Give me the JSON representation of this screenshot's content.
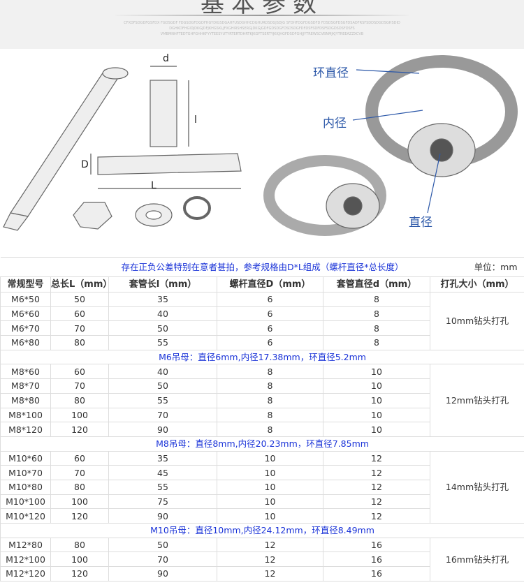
{
  "header": {
    "title": "基本参数",
    "watermark": [
      "CFXDFSDGDFGSFDX FGDSGDF FDGSDGFDGDFHGYDIGSDGAHFUSDGHHCDGHURDSDGJSDJG SFDHFDGFDGSDFD FDSDSGFDSGFDSADFRSFSDDSDGDSGHSDID",
      "DGHKDFHGIDJDKGJDFJKHGSKLJFXGHIRSHSERGJDKGJGDFGDSDGFDSDSDGFDFDSFSDFDSFSDGDSDSFDSFS",
      "VMBMNHFTEDTGHFGHHKFYYTEESYUTYRTERTDHRTKJKGFTSERTYJKKJHGFDSDFGHJJYTREWSCVBNMJKJYTREEAZZXCVB"
    ]
  },
  "diagram": {
    "labels": {
      "d": "d",
      "l": "l",
      "D": "D",
      "L": "L",
      "ring_diameter": "环直径",
      "inner_diameter": "内径",
      "diameter": "直径"
    }
  },
  "caption": "存在正负公差特别在意者甚拍，参考规格由D*L组成（螺杆直径*总长度）",
  "unit": "单位：mm",
  "columns": [
    "常规型号",
    "总长L（mm）",
    "套管长l（mm）",
    "螺杆直径D（mm）",
    "套管直径d（mm）",
    "打孔大小（mm）"
  ],
  "groups": [
    {
      "drill": "10mm钻头打孔",
      "rows": [
        [
          "M6*50",
          "50",
          "35",
          "6",
          "8"
        ],
        [
          "M6*60",
          "60",
          "40",
          "6",
          "8"
        ],
        [
          "M6*70",
          "70",
          "50",
          "6",
          "8"
        ],
        [
          "M6*80",
          "80",
          "55",
          "6",
          "8"
        ]
      ],
      "note": "M6吊母：直径6mm,内径17.38mm，环直径5.2mm"
    },
    {
      "drill": "12mm钻头打孔",
      "rows": [
        [
          "M8*60",
          "60",
          "40",
          "8",
          "10"
        ],
        [
          "M8*70",
          "70",
          "50",
          "8",
          "10"
        ],
        [
          "M8*80",
          "80",
          "55",
          "8",
          "10"
        ],
        [
          "M8*100",
          "100",
          "70",
          "8",
          "10"
        ],
        [
          "M8*120",
          "120",
          "90",
          "8",
          "10"
        ]
      ],
      "note": "M8吊母：直径8mm,内径20.23mm，环直径7.85mm"
    },
    {
      "drill": "14mm钻头打孔",
      "rows": [
        [
          "M10*60",
          "60",
          "35",
          "10",
          "12"
        ],
        [
          "M10*70",
          "70",
          "45",
          "10",
          "12"
        ],
        [
          "M10*80",
          "80",
          "55",
          "10",
          "12"
        ],
        [
          "M10*100",
          "100",
          "75",
          "10",
          "12"
        ],
        [
          "M10*120",
          "120",
          "90",
          "10",
          "12"
        ]
      ],
      "note": "M10吊母：直径10mm,内径24.12mm，环直径8.49mm"
    },
    {
      "drill": "16mm钻头打孔",
      "rows": [
        [
          "M12*80",
          "80",
          "50",
          "12",
          "16"
        ],
        [
          "M12*100",
          "100",
          "70",
          "12",
          "16"
        ],
        [
          "M12*120",
          "120",
          "90",
          "12",
          "16"
        ]
      ]
    }
  ]
}
